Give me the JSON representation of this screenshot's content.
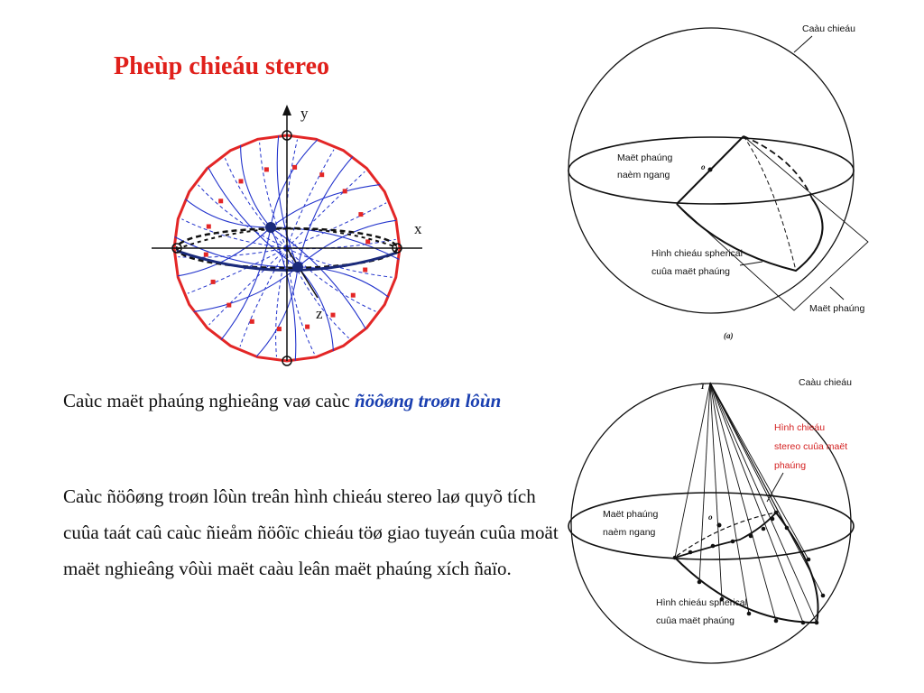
{
  "title": "Pheùp chieáu stereo",
  "paragraph1": {
    "text": "Caùc maët phaúng nghieâng vaø caùc ",
    "highlight": "ñöôøng troøn lôùn"
  },
  "paragraph2": "Caùc ñöôøng troøn lôùn treân hình chieáu stereo laø quyõ tích cuûa taát caû caùc ñieåm ñöôïc chieáu töø giao tuyeán cuûa moät maët nghieâng vôùi maët caàu leân maët phaúng xích ñaïo.",
  "net_diagram": {
    "axis_y": "y",
    "axis_x": "x",
    "axis_z": "z"
  },
  "diagram_a": {
    "sphere_label": "Caàu chieáu",
    "plane_label_1": "Maët phaúng",
    "plane_label_2": "naèm ngang",
    "center": "o",
    "proj_label_1": "Hình chieáu spherical",
    "proj_label_2": "cuûa maët phaúng",
    "inclined_plane": "Maët phaúng",
    "caption": "(a)"
  },
  "diagram_b": {
    "sphere_label": "Caàu chieáu",
    "apex": "T",
    "stereo_label_1": "Hình chieáu",
    "stereo_label_2": "stereo cuûa maët",
    "stereo_label_3": "phaúng",
    "plane_label_1": "Maët phaúng",
    "plane_label_2": "naèm ngang",
    "center": "o",
    "proj_label_1": "Hình chieáu spherical",
    "proj_label_2": "cuûa maët phaúng"
  },
  "colors": {
    "title": "#e0201b",
    "highlight": "#1a3fb0",
    "net_circle": "#e32626",
    "net_lines": "#2233cc"
  }
}
